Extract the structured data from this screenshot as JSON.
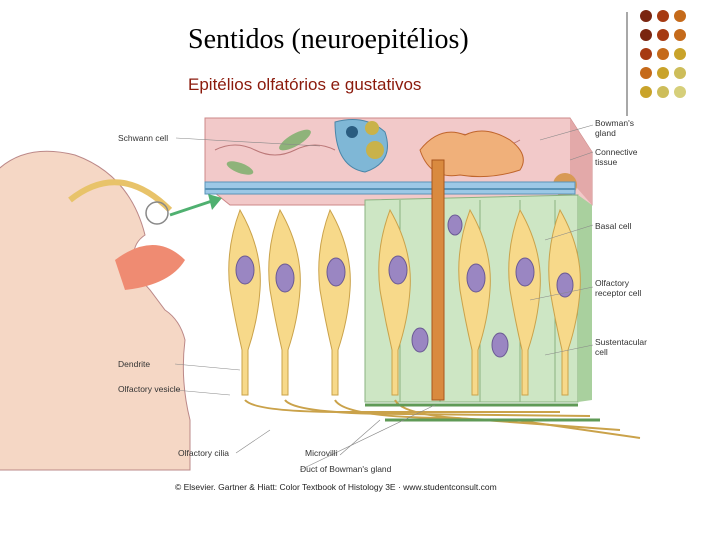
{
  "slide": {
    "title": "Sentidos (neuroepitélios)",
    "subtitle": "Epitélios olfatórios e gustativos"
  },
  "labels": {
    "schwann": "Schwann cell",
    "bowmans_1": "Bowman's",
    "bowmans_2": "gland",
    "connective_1": "Connective",
    "connective_2": "tissue",
    "basal": "Basal cell",
    "olfactory_receptor_1": "Olfactory",
    "olfactory_receptor_2": "receptor cell",
    "sustentacular_1": "Sustentacular",
    "sustentacular_2": "cell",
    "dendrite": "Dendrite",
    "vesicle": "Olfactory vesicle",
    "cilia": "Olfactory cilia",
    "microvilli": "Microvilli",
    "duct": "Duct of Bowman's gland",
    "credit": "© Elsevier. Gartner & Hiatt: Color Textbook of Histology 3E · www.studentconsult.com"
  },
  "colors": {
    "title": "#000000",
    "subtitle": "#8b1a0c",
    "dots": [
      "#7a2510",
      "#a63a12",
      "#c56a1a",
      "#7a2510",
      "#a63a12",
      "#c56a1a",
      "#a63a12",
      "#c56a1a",
      "#c9a32a",
      "#c56a1a",
      "#c9a32a",
      "#cdbd5a",
      "#c9a32a",
      "#cdbd5a",
      "#d6cf7a"
    ]
  }
}
